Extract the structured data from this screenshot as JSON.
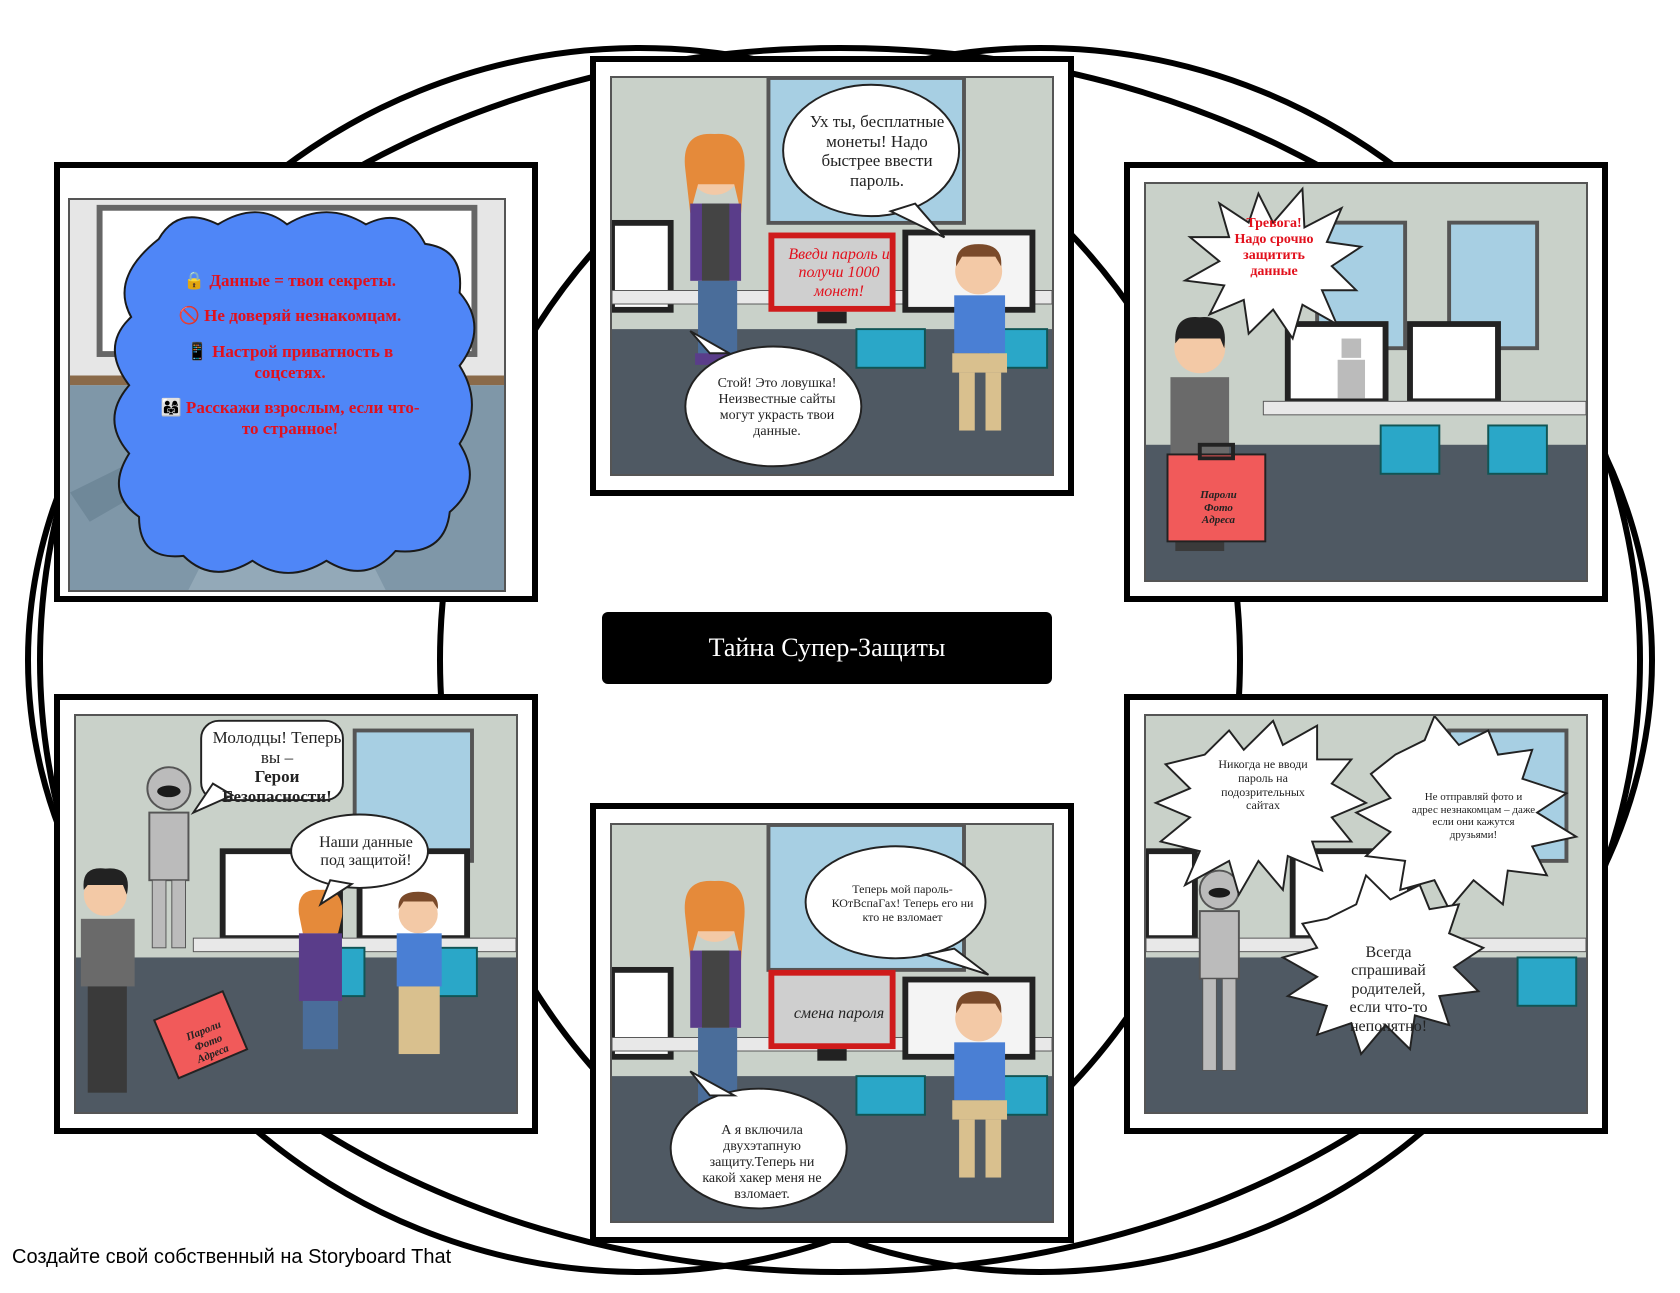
{
  "title": "Тайна Супер-Защиты",
  "credit": "Создайте свой собственный на Storyboard That",
  "panel1": {
    "lines": [
      "🔒 Данные = твои секреты.",
      "🚫 Не доверяй незнакомцам.",
      "📱 Настрой приватность в соцсетях.",
      "👨‍👩‍👧 Расскажи взрослым, если что-то странное!"
    ]
  },
  "panel2": {
    "bubble_top": "Ух ты, бесплатные монеты! Надо быстрее ввести пароль.",
    "screen": "Введи пароль и получи 1000 монет!",
    "bubble_bottom": "Стой! Это ловушка! Неизвестные сайты могут украсть твои данные."
  },
  "panel3": {
    "alert": "Тревога! Надо срочно защитить данные",
    "case_label": "Пароли Фото Адреса"
  },
  "panel4": {
    "robot_bubble_plain": "Молодцы! Теперь вы –",
    "robot_bubble_bold": "Герои Безопасности!",
    "kids_bubble": "Наши данные под защитой!",
    "case_label": "Пароли Фото Адреса"
  },
  "panel5": {
    "bubble_top": "Теперь мой пароль- КОтВспаГах! Теперь его ни кто не взломает",
    "screen": "смена пароля",
    "bubble_bottom": "А я включила двухэтапную защиту.Теперь ни какой хакер меня не взломает."
  },
  "panel6": {
    "burst1": "Никогда не вводи пароль на подозрительных сайтах",
    "burst2": "Не отправляй фото и адрес незнакомцам – даже если они кажутся друзьями!",
    "burst3": "Всегда спрашивай родителей, если что-то непонятно!"
  },
  "colors": {
    "cloud": "#4f86f7",
    "alert_red": "#e2101c",
    "chair": "#2aa7c8",
    "case": "#f15a5a"
  }
}
